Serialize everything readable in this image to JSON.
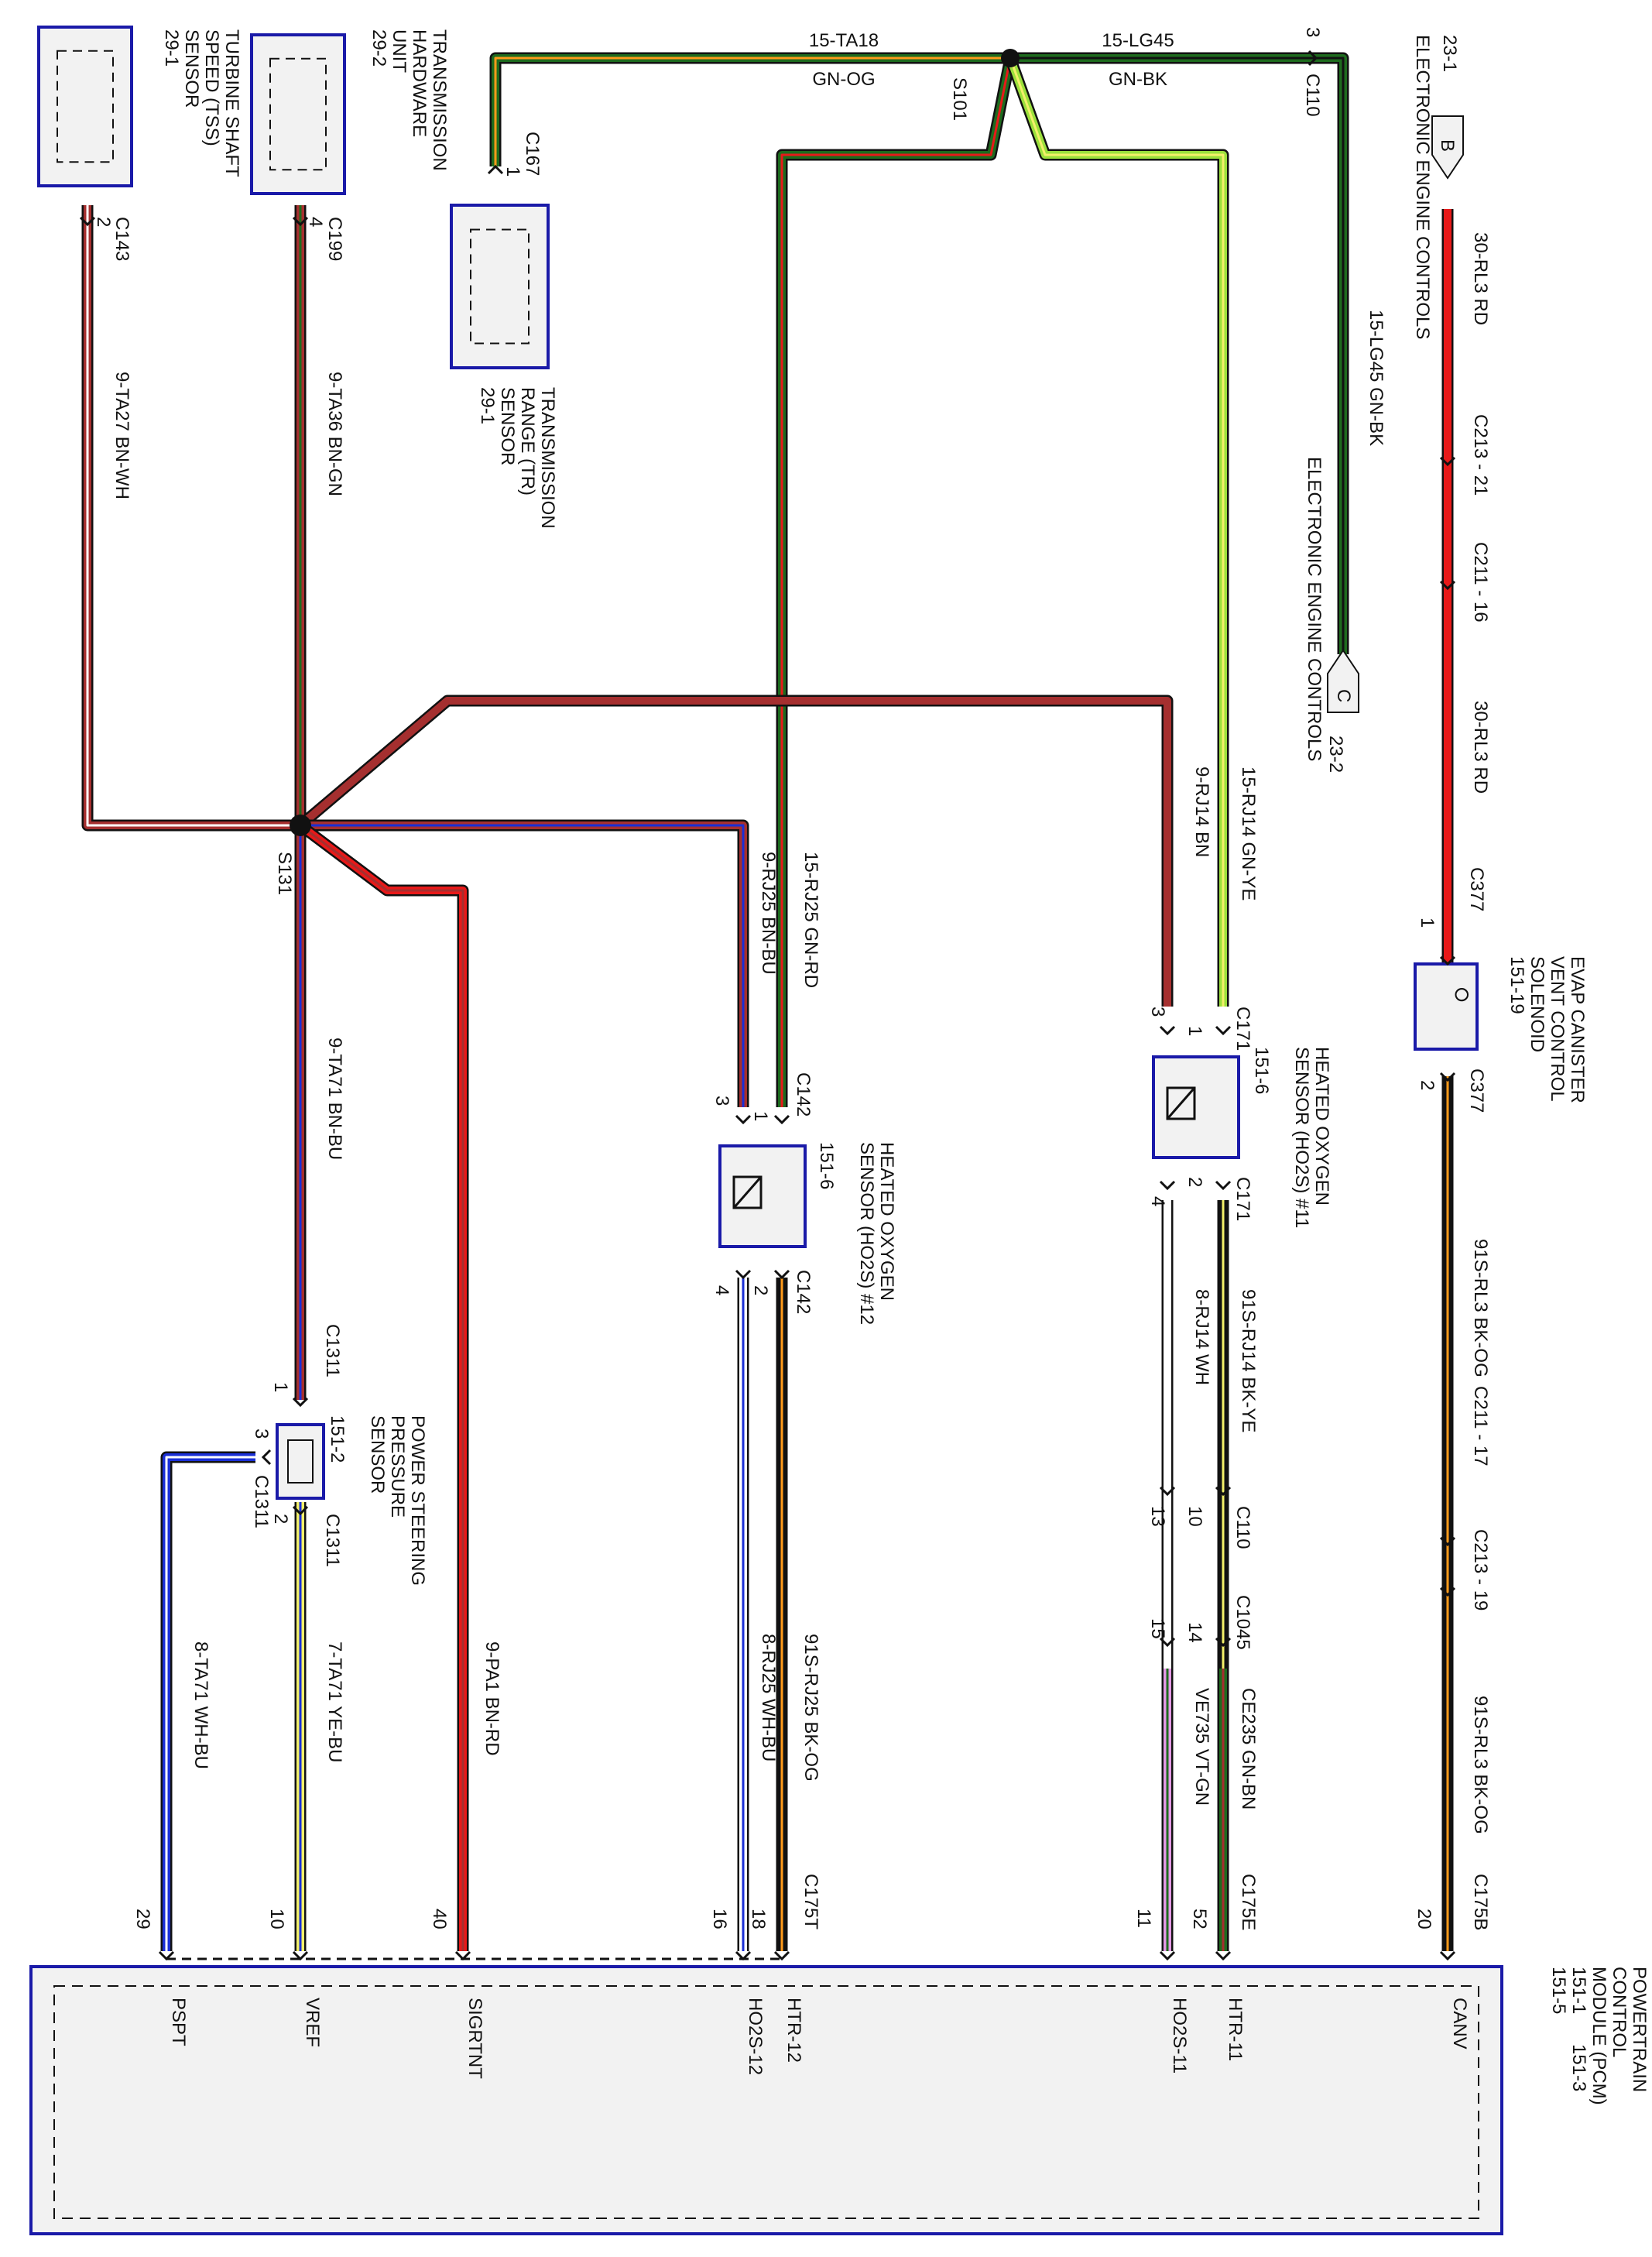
{
  "components": {
    "tss": {
      "id": "29-1",
      "name": [
        "TURBINE SHAFT",
        "SPEED (TSS)",
        "SENSOR"
      ],
      "conn": "C143",
      "pin": "2"
    },
    "thu": {
      "id": "29-2",
      "name": [
        "TRANSMISSION",
        "HARDWARE",
        "UNIT"
      ],
      "conn": "C199",
      "pin": "4"
    },
    "tr": {
      "id": "29-1",
      "name": [
        "TRANSMISSION",
        "RANGE (TR)",
        "SENSOR"
      ],
      "conn": "C167",
      "pin": "1"
    },
    "evap": {
      "id": "151-19",
      "name": [
        "EVAP CANISTER",
        "VENT CONTROL",
        "SOLENOID"
      ],
      "conn_top": "C377",
      "pin_top": "1",
      "conn_bot": "C377",
      "pin_bot": "2"
    },
    "ho2s11": {
      "id": "151-6",
      "name": [
        "HEATED OXYGEN",
        "SENSOR (HO2S) #11"
      ],
      "c_top": "C171",
      "pins_top": [
        "3",
        "1"
      ],
      "c_bot": "C171",
      "pins_bot": [
        "4",
        "2"
      ]
    },
    "ho2s12": {
      "id": "151-6",
      "name": [
        "HEATED OXYGEN",
        "SENSOR (HO2S) #12"
      ],
      "c_top": "C142",
      "pins_top": [
        "3",
        "1"
      ],
      "c_bot": "C142",
      "pins_bot": [
        "4",
        "2"
      ]
    },
    "ps": {
      "id": "151-2",
      "name": [
        "POWER STEERING",
        "PRESSURE",
        "SENSOR"
      ],
      "c_top": "C1311",
      "pin_top": "1",
      "c_side": "C1311",
      "pin_side": "3",
      "c_bot": "C1311",
      "pin_bot": "2"
    },
    "pcm": {
      "name": [
        "POWERTRAIN",
        "CONTROL",
        "MODULE (PCM)"
      ],
      "ids": [
        "151-1",
        "151-3",
        "151-5"
      ]
    }
  },
  "references": {
    "b": {
      "letter": "B",
      "id": "23-1",
      "name": "ELECTRONIC ENGINE CONTROLS"
    },
    "c": {
      "letter": "C",
      "id": "23-2",
      "name": "ELECTRONIC ENGINE CONTROLS"
    }
  },
  "splices": {
    "s101": "S101",
    "s131": "S131"
  },
  "wires": {
    "ta18": {
      "circuit": "15-TA18",
      "color": "GN-OG"
    },
    "lg45a": {
      "circuit": "15-LG45",
      "color": "GN-BK",
      "conn": "C110",
      "pin": "3"
    },
    "lg45b": {
      "label": "15-LG45  GN-BK"
    },
    "ta27": {
      "label": "9-TA27  BN-WH"
    },
    "ta36": {
      "label": "9-TA36  BN-GN"
    },
    "rl3a": {
      "label": "30-RL3  RD"
    },
    "c213a": {
      "label": "C213 - 21"
    },
    "c211a": {
      "label": "C211 - 16"
    },
    "rl3b": {
      "label": "30-RL3  RD"
    },
    "rl3c": {
      "label": "91S-RL3  BK-OG"
    },
    "c211b": {
      "label": "C211 - 17"
    },
    "c213b": {
      "label": "C213 - 19"
    },
    "rl3d": {
      "label": "91S-RL3  BK-OG"
    },
    "rj14a": {
      "label": "15-RJ14  GN-YE"
    },
    "rj14b": {
      "label": "9-RJ14  BN"
    },
    "rj14c": {
      "label": "91S-RJ14  BK-YE"
    },
    "rj14d": {
      "label": "8-RJ14  WH"
    },
    "ce235": {
      "label": "CE235  GN-BN"
    },
    "ve735": {
      "label": "VE735  VT-GN"
    },
    "rj25a": {
      "label": "15-RJ25  GN-RD"
    },
    "rj25b": {
      "label": "9-RJ25  BN-BU"
    },
    "rj25c": {
      "label": "91S-RJ25  BK-OG"
    },
    "rj25d": {
      "label": "8-RJ25  WH-BU"
    },
    "ta71a": {
      "label": "9-TA71  BN-BU"
    },
    "ta71b": {
      "label": "7-TA71  YE-BU"
    },
    "ta71c": {
      "label": "8-TA71  WH-BU"
    },
    "pa1": {
      "label": "9-PA1  BN-RD"
    }
  },
  "inline": {
    "c110a": {
      "conn": "C110",
      "pins": [
        "13",
        "10"
      ]
    },
    "c1045": {
      "conn": "C1045",
      "pins": [
        "15",
        "14"
      ]
    }
  },
  "pcm_conn": {
    "c175b": "C175B",
    "c175e": "C175E",
    "c175t": "C175T"
  },
  "pcm_pins": [
    {
      "label": "CANV",
      "num": "20"
    },
    {
      "label": "HTR-11",
      "num": "52"
    },
    {
      "label": "HO2S-11",
      "num": "11"
    },
    {
      "label": "HTR-12",
      "num": "18"
    },
    {
      "label": "HO2S-12",
      "num": "16"
    },
    {
      "label": "SIGRTNT",
      "num": "40"
    },
    {
      "label": "VREF",
      "num": "10"
    },
    {
      "label": "PSPT",
      "num": "29"
    }
  ],
  "colors": {
    "red": "#e81919",
    "brown": "#a52f2f",
    "green": "#1e6b1e",
    "lightgreen": "#9be03c",
    "yellow": "#f3f06a",
    "blue": "#1a2fd6",
    "violet": "#e59ae6",
    "black": "#111111",
    "white": "#ffffff",
    "orange": "#ff9a1a"
  }
}
